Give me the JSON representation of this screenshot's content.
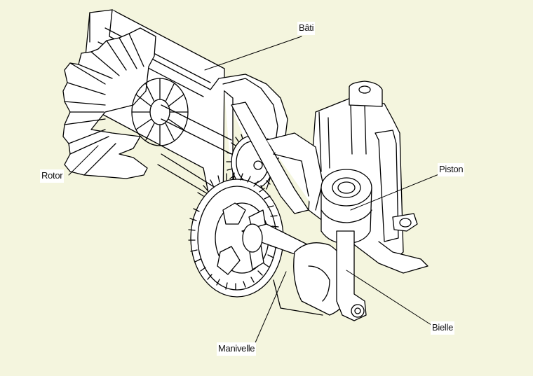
{
  "labels": {
    "bati": "Bâti",
    "rotor": "Rotor",
    "piston": "Piston",
    "bielle": "Bielle",
    "manivelle": "Manivelle"
  },
  "colors": {
    "background": "#f4f5de",
    "stroke": "#000000",
    "fill": "#ffffff"
  }
}
